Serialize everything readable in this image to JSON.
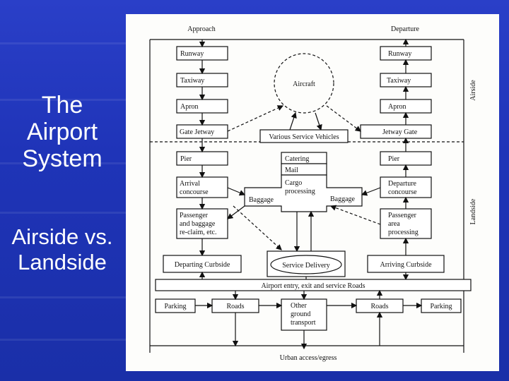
{
  "slide": {
    "title_lines": [
      "The",
      "Airport",
      "System"
    ],
    "subtitle_lines": [
      "Airside vs.",
      "Landside"
    ]
  },
  "diagram": {
    "approach": "Approach",
    "departure": "Departure",
    "airside": "Airside",
    "landside": "Landside",
    "left_column": [
      "Runway",
      "Taxiway",
      "Apron",
      "Gate Jetway",
      "Pier",
      "Arrival",
      "concourse",
      "Passenger",
      "and baggage",
      "re-claim, etc."
    ],
    "right_column": [
      "Runway",
      "Taxiway",
      "Apron",
      "Jetway Gate",
      "Pier",
      "Departure",
      "concourse",
      "Passenger",
      "area",
      "processing"
    ],
    "aircraft": "Aircraft",
    "service_vehicles": "Various Service Vehicles",
    "catering": "Catering",
    "mail": "Mail",
    "cargo": [
      "Cargo",
      "processing"
    ],
    "baggage_left": "Baggage",
    "baggage_right": "Baggage",
    "departing_curbside": "Departing Curbside",
    "service_delivery": "Service Delivery",
    "arriving_curbside": "Arriving Curbside",
    "roads_bar": "Airport entry, exit and service Roads",
    "parking_left": "Parking",
    "roads_left": "Roads",
    "other_ground": [
      "Other",
      "ground",
      "transport"
    ],
    "roads_right": "Roads",
    "parking_right": "Parking",
    "urban": "Urban access/egress"
  }
}
